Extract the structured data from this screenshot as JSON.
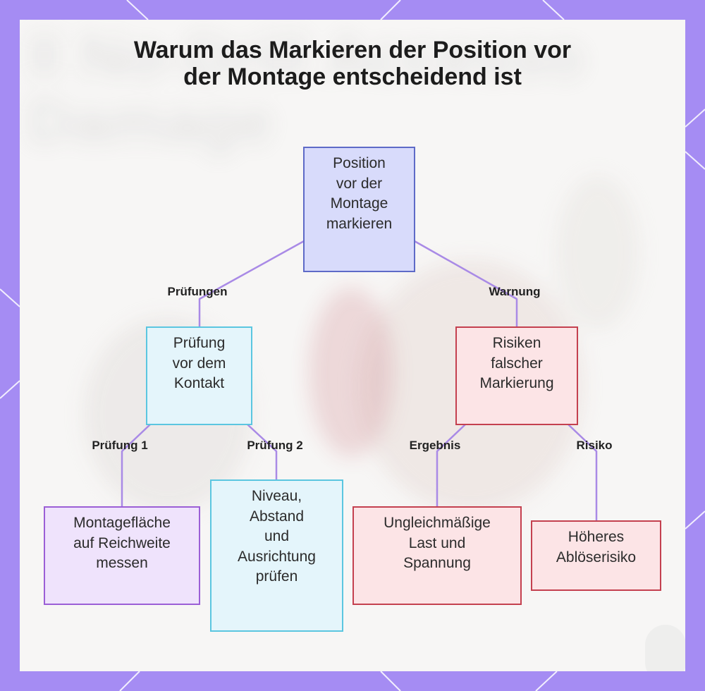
{
  "title": {
    "line1": "Warum das Markieren der Position vor",
    "line2": "der Montage entscheidend ist"
  },
  "background_text": {
    "line1": "ll No-Drill Accesso",
    "line2": "Damage"
  },
  "colors": {
    "frame": "#a58cf3",
    "connector": "#a98ae6",
    "root_fill": "#d8dbfb",
    "root_border": "#5e6ac7",
    "check_fill": "#e4f5fb",
    "check_border": "#5bc6e0",
    "leaf_purple_fill": "#efe3fc",
    "leaf_purple_border": "#9b5fd6",
    "risk_fill": "#fce4e6",
    "risk_border": "#c4404f"
  },
  "nodes": {
    "root": {
      "lines": [
        "Position",
        "vor der",
        "Montage",
        "markieren"
      ]
    },
    "check": {
      "lines": [
        "Prüfung",
        "vor dem",
        "Kontakt"
      ]
    },
    "risk": {
      "lines": [
        "Risiken",
        "falscher",
        "Markierung"
      ]
    },
    "measure": {
      "lines": [
        "Montagefläche",
        "auf Reichweite",
        "messen"
      ]
    },
    "level": {
      "lines": [
        "Niveau,",
        "Abstand",
        "und",
        "Ausrichtung",
        "prüfen"
      ]
    },
    "uneven": {
      "lines": [
        "Ungleichmäßige",
        "Last und",
        "Spannung"
      ]
    },
    "detach": {
      "lines": [
        "Höheres",
        "Ablöserisiko"
      ]
    }
  },
  "edge_labels": {
    "root_check": "Prüfungen",
    "root_risk": "Warnung",
    "check_measure": "Prüfung 1",
    "check_level": "Prüfung 2",
    "risk_uneven": "Ergebnis",
    "risk_detach": "Risiko"
  }
}
